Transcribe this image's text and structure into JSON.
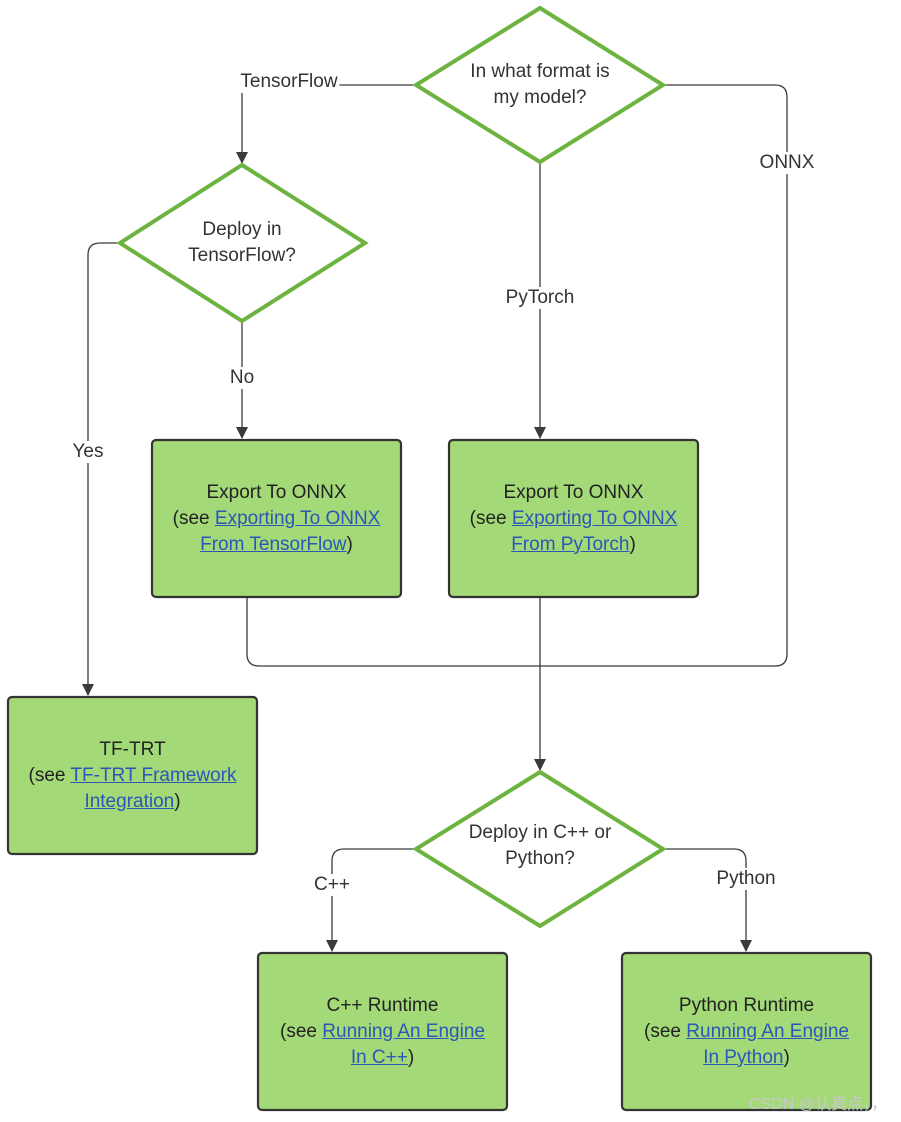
{
  "decisions": {
    "format": {
      "line1": "In what format is",
      "line2": "my model?"
    },
    "deploy_tf": {
      "line1": "Deploy in",
      "line2": "TensorFlow?"
    },
    "deploy_lang": {
      "line1": "Deploy in C++ or",
      "line2": "Python?"
    }
  },
  "edge_labels": {
    "tensorflow": "TensorFlow",
    "onnx": "ONNX",
    "pytorch": "PyTorch",
    "no": "No",
    "yes": "Yes",
    "cpp": "C++",
    "python": "Python"
  },
  "boxes": {
    "export_tf": {
      "title": "Export To ONNX",
      "see": "(see ",
      "link1": "Exporting To ONNX",
      "link2": "From TensorFlow",
      "close": ")"
    },
    "export_pt": {
      "title": "Export To ONNX",
      "see": "(see ",
      "link1": "Exporting To ONNX",
      "link2": "From PyTorch",
      "close": ")"
    },
    "tftrt": {
      "title": "TF-TRT",
      "see": "(see ",
      "link1": "TF-TRT Framework",
      "link2": "Integration",
      "close": ")"
    },
    "cpp_runtime": {
      "title": "C++ Runtime",
      "see": "(see ",
      "link1": "Running An Engine",
      "link2": "In C++",
      "close": ")"
    },
    "python_runtime": {
      "title": "Python Runtime",
      "see": "(see ",
      "link1": "Running An Engine",
      "link2": "In Python",
      "close": ")"
    }
  },
  "watermark": "CSDN @认真点，，",
  "colors": {
    "box_fill": "#a3d977",
    "diamond_stroke": "#6db33f",
    "link": "#2a57b8"
  }
}
